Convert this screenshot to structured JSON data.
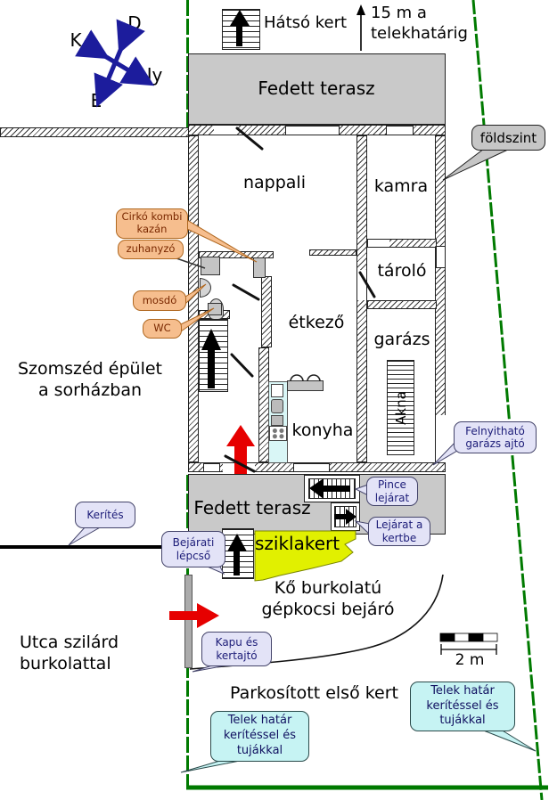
{
  "compass": {
    "d": "D",
    "k": "K",
    "ny": "Ny",
    "e": "É"
  },
  "top": {
    "back_garden": "Hátsó kert",
    "boundary_distance": "15 m a telekhatárig"
  },
  "terrace": {
    "top": "Fedett terasz",
    "bottom": "Fedett terasz"
  },
  "rooms": {
    "living": "nappali",
    "pantry": "kamra",
    "storage": "tároló",
    "dining": "étkező",
    "garage": "garázs",
    "kitchen": "konyha",
    "shaft": "Akna"
  },
  "callouts": {
    "boiler": "Cirkó kombi kazán",
    "shower": "zuhanyzó",
    "sink": "mosdó",
    "wc": "WC",
    "floor": "földszint",
    "garage_door": "Felnyitható garázs ajtó",
    "basement": "Pince lejárat",
    "garden_exit": "Lejárat a kertbe",
    "fence": "Kerítés",
    "entry_stairs": "Bejárati lépcső",
    "gate": "Kapu és kertajtó",
    "plot_left": "Telek határ kerítéssel és tujákkal",
    "plot_right": "Telek határ kerítéssel és tujákkal"
  },
  "areas": {
    "neighbor": "Szomszéd épület a sorházban",
    "street": "Utca szilárd burkolattal",
    "driveway": "Kő burkolatú gépkocsi bejáró",
    "front_garden": "Parkosított első kert",
    "rock_garden": "sziklakert"
  },
  "scale": {
    "label": "2 m"
  },
  "colors": {
    "boundary_green": "#007A00",
    "terrace_gray": "#C9C9C9",
    "rock_garden_yellow": "#E1F000",
    "arrow_red": "#E60000",
    "compass_navy": "#1C1C9C",
    "callout_lavender": "#E3E3F7",
    "callout_cyan": "#C6F3F3",
    "callout_orange": "#F6BE8E",
    "callout_gray": "#C6C6C6",
    "kitchen_cyan": "#D9F6F6"
  }
}
